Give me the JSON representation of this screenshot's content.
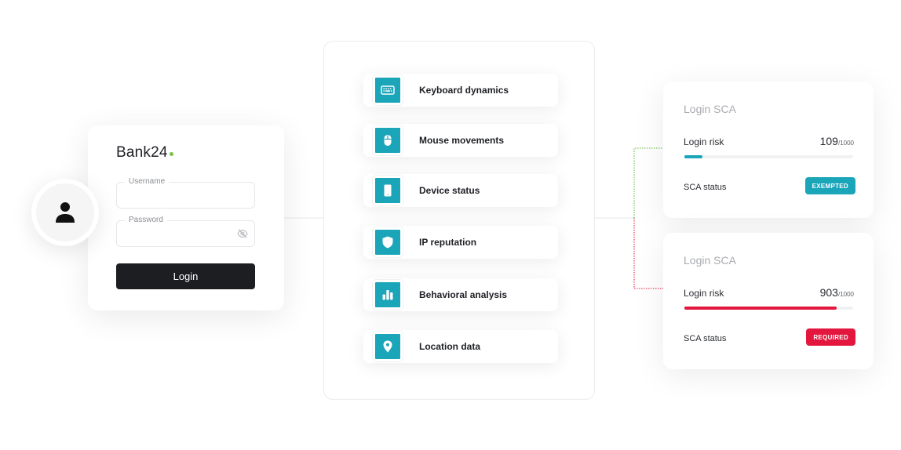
{
  "colors": {
    "accent": "#1aa5b9",
    "brand_dot": "#7cc242",
    "danger": "#e3173e",
    "low_risk_line": "#5dbb3c",
    "dark_button": "#1c1e22"
  },
  "login": {
    "brand": "Bank24",
    "username_label": "Username",
    "password_label": "Password",
    "login_button": "Login",
    "avatar_icon": "user-icon",
    "password_visibility_icon": "eye-off-icon"
  },
  "signals": [
    {
      "label": "Keyboard dynamics",
      "icon": "keyboard-icon"
    },
    {
      "label": "Mouse movements",
      "icon": "mouse-icon"
    },
    {
      "label": "Device status",
      "icon": "phone-icon"
    },
    {
      "label": "IP reputation",
      "icon": "shield-icon"
    },
    {
      "label": "Behavioral analysis",
      "icon": "bar-chart-icon"
    },
    {
      "label": "Location data",
      "icon": "map-pin-icon"
    }
  ],
  "results": [
    {
      "title": "Login SCA",
      "risk_label": "Login risk",
      "risk_value": "109",
      "risk_max": "/1000",
      "risk_fraction": 0.109,
      "sca_label": "SCA status",
      "status": "EXEMPTED",
      "status_color": "#1aa5b9",
      "bar_color": "#1aa5b9"
    },
    {
      "title": "Login SCA",
      "risk_label": "Login risk",
      "risk_value": "903",
      "risk_max": "/1000",
      "risk_fraction": 0.903,
      "sca_label": "SCA status",
      "status": "REQUIRED",
      "status_color": "#e3173e",
      "bar_color": "#e3173e"
    }
  ]
}
